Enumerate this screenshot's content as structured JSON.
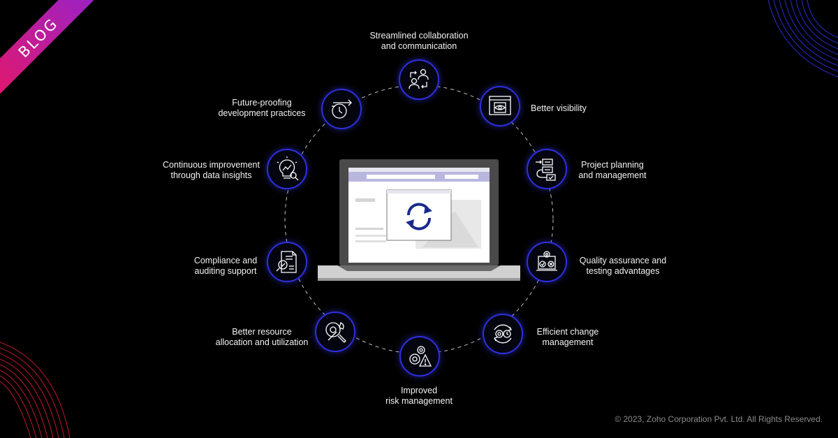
{
  "badge": {
    "label": "BLOG"
  },
  "footer": {
    "copyright": "© 2023, Zoho Corporation Pvt. Ltd. All Rights Reserved."
  },
  "center": {
    "icon": "laptop-with-sync-icon"
  },
  "benefits": [
    {
      "lines": [
        "Streamlined collaboration",
        "and communication"
      ],
      "icon": "people-exchange-icon"
    },
    {
      "lines": [
        "Better visibility"
      ],
      "icon": "browser-eye-icon"
    },
    {
      "lines": [
        "Project planning",
        "and management"
      ],
      "icon": "workflow-icon"
    },
    {
      "lines": [
        "Quality assurance and",
        "testing advantages"
      ],
      "icon": "laptop-gear-check-icon"
    },
    {
      "lines": [
        "Efficient change",
        "management"
      ],
      "icon": "gear-cycle-icon"
    },
    {
      "lines": [
        "Improved",
        "risk management"
      ],
      "icon": "gear-warning-icon"
    },
    {
      "lines": [
        "Better resource",
        "allocation and utilization"
      ],
      "icon": "tools-icon"
    },
    {
      "lines": [
        "Compliance and",
        "auditing support"
      ],
      "icon": "document-search-icon"
    },
    {
      "lines": [
        "Continuous improvement",
        "through data insights"
      ],
      "icon": "lightbulb-chart-icon"
    },
    {
      "lines": [
        "Future-proofing",
        "development practices"
      ],
      "icon": "clock-arrow-icon"
    }
  ],
  "colors": {
    "accent": "#2d2fe0",
    "ribbon_start": "#e0186f",
    "ribbon_end": "#9b22c4",
    "sync": "#1a2a8a"
  }
}
